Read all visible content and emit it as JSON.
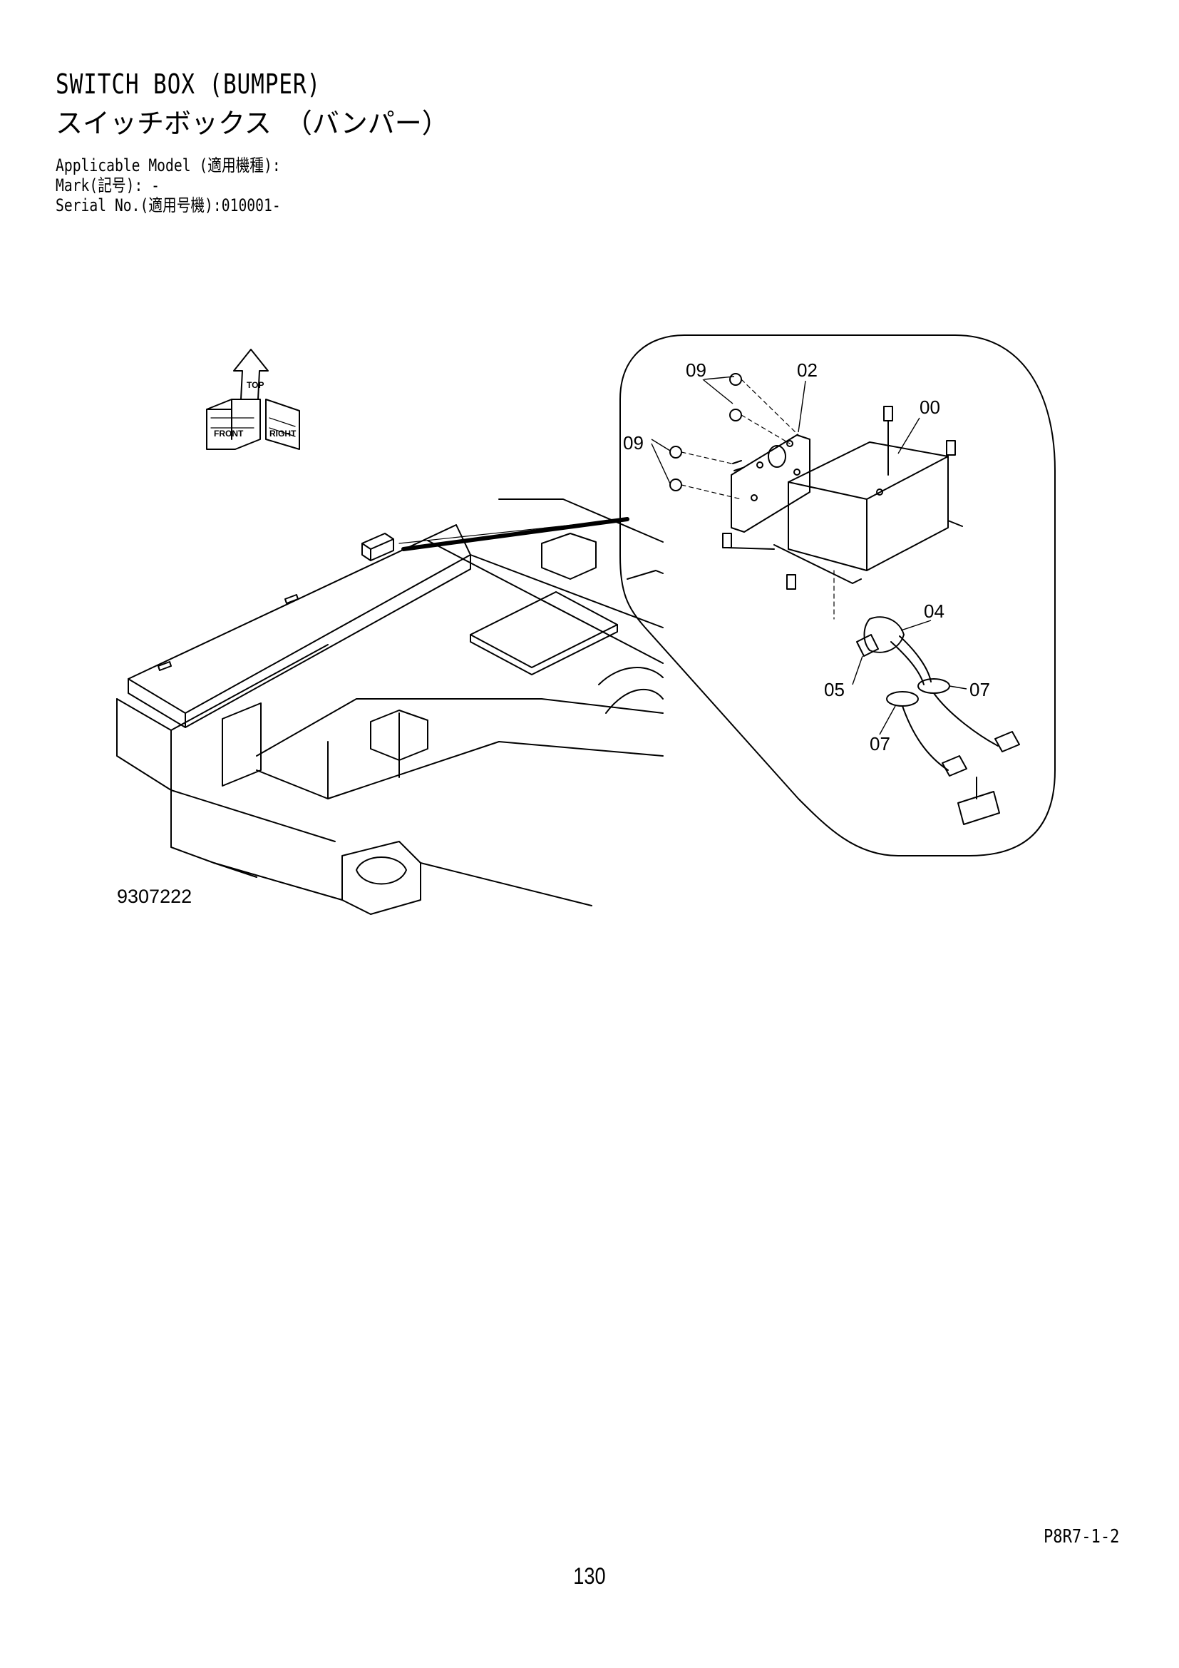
{
  "header": {
    "title_en": "SWITCH BOX (BUMPER)",
    "title_jp": "スイッチボックス　（バンパー）"
  },
  "meta": {
    "model": "Applicable Model (適用機種):",
    "mark": "Mark(記号): -",
    "serial": "Serial No.(適用号機):010001-"
  },
  "drawing": {
    "figure_number": "9307222",
    "orientation_labels": [
      "FRONT",
      "TOP",
      "RIGHT"
    ],
    "callouts": {
      "c00": "00",
      "c02": "02",
      "c04": "04",
      "c05": "05",
      "c07a": "07",
      "c07b": "07",
      "c09a": "09",
      "c09b": "09"
    }
  },
  "footer": {
    "ref_code": "P8R7-1-2",
    "page_number": "130"
  }
}
